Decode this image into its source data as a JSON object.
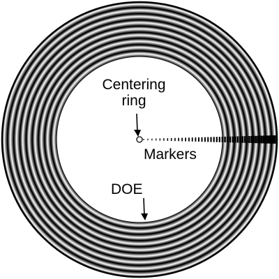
{
  "labels": {
    "centering": [
      "Centering",
      "ring"
    ],
    "markers": "Markers",
    "doe": "DOE"
  },
  "colors": {
    "ring_dark": "#000000",
    "ring_light": "#ffffff",
    "background": "#ffffff",
    "ink": "#000000"
  },
  "rings": {
    "count": 9
  }
}
